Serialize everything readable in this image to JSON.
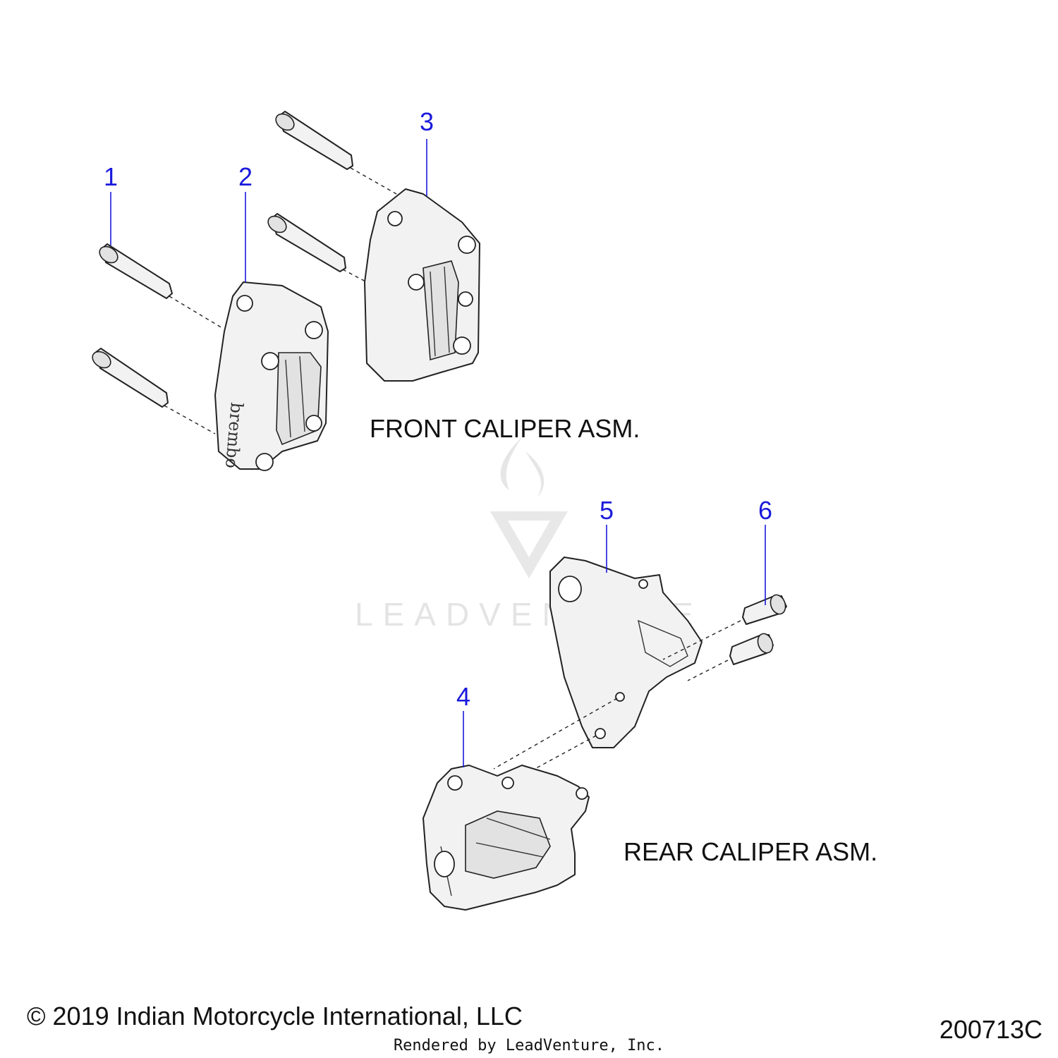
{
  "callouts": {
    "c1": "1",
    "c2": "2",
    "c3": "3",
    "c4": "4",
    "c5": "5",
    "c6": "6"
  },
  "labels": {
    "front": "FRONT CALIPER ASM.",
    "rear": "REAR CALIPER ASM."
  },
  "footer": {
    "copyright": "© 2019 Indian Motorcycle International, LLC",
    "doc_number": "200713C",
    "rendered_by": "Rendered by LeadVenture, Inc."
  },
  "watermark": {
    "text": "LEADVENTURE"
  },
  "caliper_brand_mark": "brembo",
  "colors": {
    "callout": "#1a1adb",
    "text": "#111111",
    "part_fill": "#f2f2f2"
  }
}
